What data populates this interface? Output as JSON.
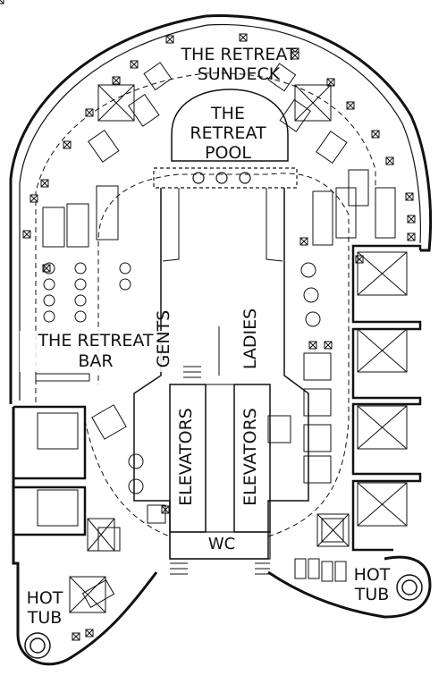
{
  "deck_plan": {
    "labels": {
      "sundeck": [
        "THE RETREAT",
        "SUNDECK"
      ],
      "pool": [
        "THE",
        "RETREAT",
        "POOL"
      ],
      "bar": [
        "THE RETREAT",
        "BAR"
      ],
      "gents": "GENTS",
      "ladies": "LADIES",
      "elevators_left": "ELEVATORS",
      "elevators_right": "ELEVATORS",
      "wc": "WC",
      "hot_tub_left": [
        "HOT",
        "TUB"
      ],
      "hot_tub_right": [
        "HOT",
        "TUB"
      ]
    },
    "colors": {
      "line": "#111111",
      "background": "#ffffff"
    }
  }
}
